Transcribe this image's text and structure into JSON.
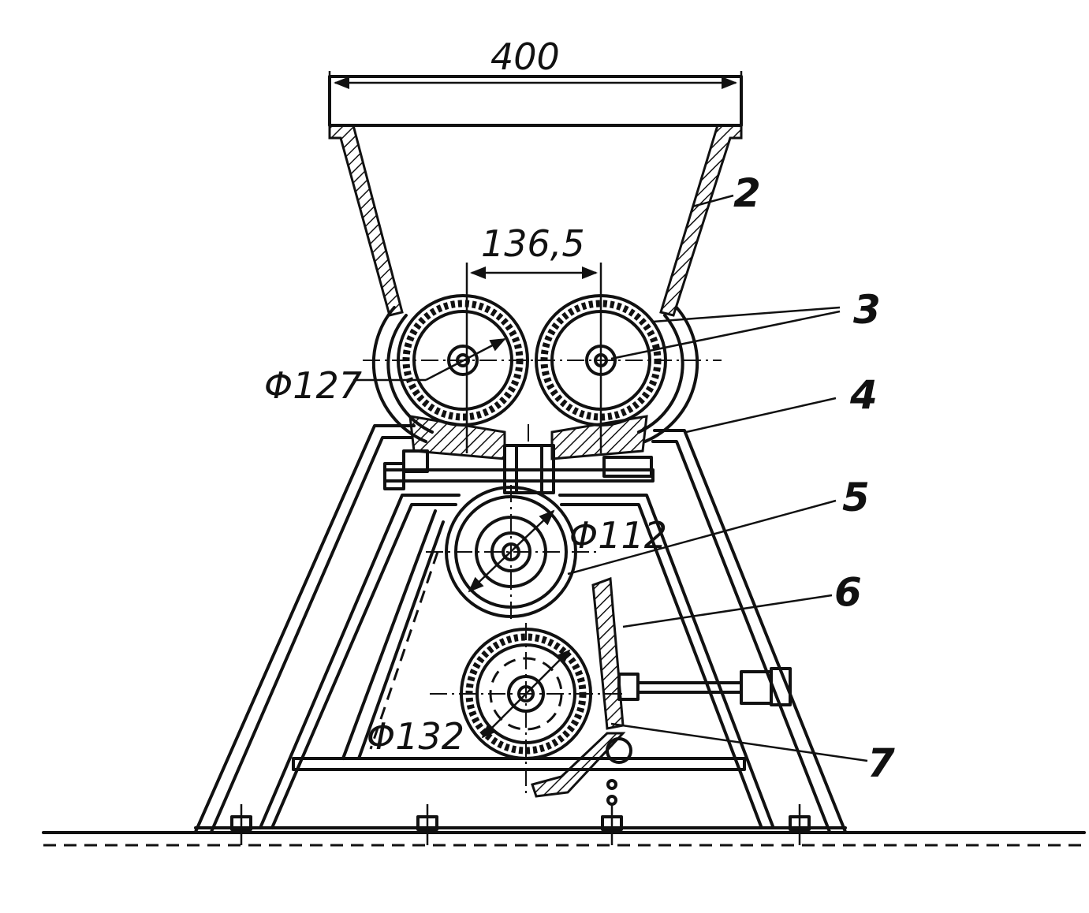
{
  "dimensions": {
    "width_top": "400",
    "roll_spacing": "136,5",
    "diam_feed_rolls": "Φ127",
    "diam_middle_roll": "Φ112",
    "diam_bottom_roll": "Φ132"
  },
  "callouts": {
    "c2": "2",
    "c3": "3",
    "c4": "4",
    "c5": "5",
    "c6": "6",
    "c7": "7"
  }
}
